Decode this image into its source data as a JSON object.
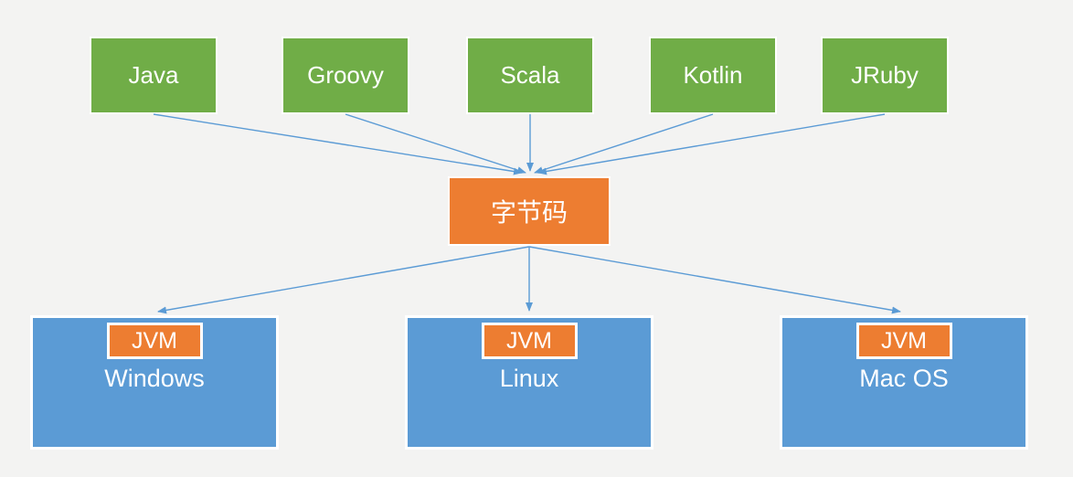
{
  "languages": [
    "Java",
    "Groovy",
    "Scala",
    "Kotlin",
    "JRuby"
  ],
  "bytecode_label": "字节码",
  "platforms": [
    {
      "vm": "JVM",
      "os": "Windows"
    },
    {
      "vm": "JVM",
      "os": "Linux"
    },
    {
      "vm": "JVM",
      "os": "Mac OS"
    }
  ],
  "colors": {
    "language_box": "#70AD47",
    "bytecode_box": "#ED7D31",
    "platform_box": "#5B9BD5",
    "jvm_box": "#ED7D31",
    "arrow": "#5B9BD5",
    "background": "#F3F3F2",
    "text": "#FFFFFF"
  }
}
